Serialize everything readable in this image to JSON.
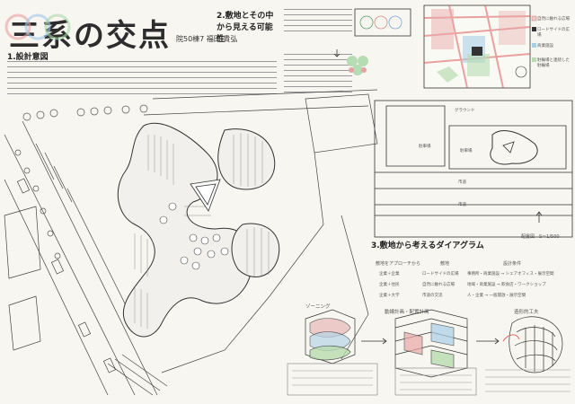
{
  "title": "三系の交点",
  "author_line": "院50棟7 福田 貴弘",
  "sections": {
    "design_intent": "1.設計意図",
    "site_view": "2.敷地とその中から見える可能性",
    "diagram": "3.敷地から考えるダイアグラム"
  },
  "site_plan": {
    "label_ground": "グラウンド",
    "label_block1": "駐車場",
    "label_block2": "駐車場",
    "label_road1": "市道",
    "label_road2": "市道",
    "scale": "配置図　S＝1/500"
  },
  "legend": {
    "item1": "自然に触れる広場",
    "item2": "ロードサイドの広場",
    "item3": "商業施設",
    "item4": "駐輪場と連続した駐輪場"
  },
  "diagram": {
    "header": "敷地をアプローチから",
    "col1": "敷地",
    "col2": "設計条件",
    "rows": [
      [
        "企業＋企業",
        "ロードサイドの広場",
        "事務所・商業施設 → シェアオフィス・展示空間"
      ],
      [
        "企業＋住民",
        "自然に触れる広場",
        "地域・商業施設 → 飲食店・ワークショップ"
      ],
      [
        "企業＋大学",
        "市道の交流",
        "人・企業 → 一般開放・展示空間"
      ]
    ],
    "step1": "ゾーニング",
    "step2": "動線計画・配置計画",
    "step3": "造形的工夫"
  },
  "icons": {
    "compass": "north-arrow-icon"
  }
}
